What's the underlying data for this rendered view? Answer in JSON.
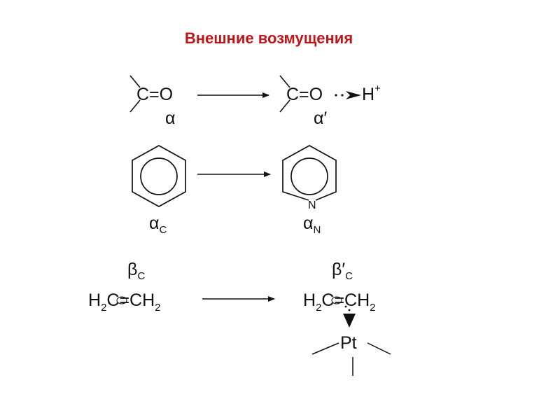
{
  "title": "Внешние возмущения",
  "colors": {
    "title": "#c0161a",
    "ink": "#111111"
  },
  "row1": {
    "left_formula": "C=O",
    "left_label": "α",
    "right_formula": "C=O",
    "right_label": "α′",
    "proton": "H",
    "proton_charge": "+"
  },
  "row2": {
    "left_label": "α",
    "left_label_sub": "C",
    "right_label": "α",
    "right_label_sub": "N",
    "ring_atom": "N"
  },
  "row3": {
    "h": "H",
    "h_sub": "2",
    "left_formula_mid": "C=CH",
    "right_formula_mid": "C=CH",
    "tail_sub": "2",
    "left_label": "β",
    "left_label_sub": "C",
    "right_label": "β′",
    "right_label_sub": "C",
    "metal": "Pt"
  }
}
